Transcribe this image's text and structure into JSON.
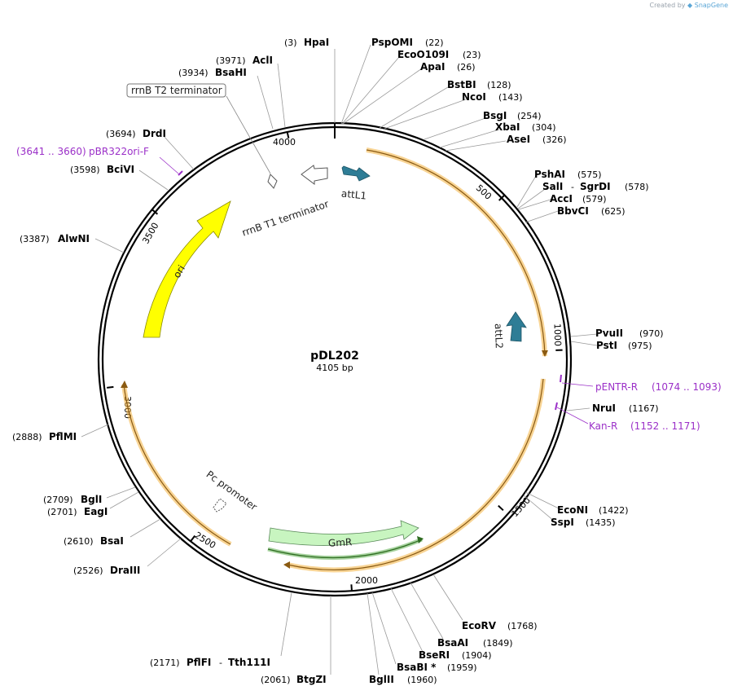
{
  "credit": {
    "prefix": "Created by",
    "brand": "SnapGene"
  },
  "plasmid": {
    "name": "pDL202",
    "length_label": "4105 bp",
    "length": 4105
  },
  "ticks": [
    "500",
    "1000",
    "1500",
    "2000",
    "2500",
    "3000",
    "3500",
    "4000"
  ],
  "features": {
    "rrnb_t2": "rrnB T2 terminator",
    "rrnb_t1": "rrnB T1 terminator",
    "attl1": "attL1",
    "attl2": "attL2",
    "ori": "ori",
    "pc_promoter": "Pc promoter",
    "gmr": "GmR"
  },
  "enzymes": {
    "hpai": {
      "name": "HpaI",
      "pos": "(3)"
    },
    "pspomi": {
      "name": "PspOMI",
      "pos": "(22)"
    },
    "ecoo109i": {
      "name": "EcoO109I",
      "pos": "(23)"
    },
    "apai": {
      "name": "ApaI",
      "pos": "(26)"
    },
    "bstbi": {
      "name": "BstBI",
      "pos": "(128)"
    },
    "ncoi": {
      "name": "NcoI",
      "pos": "(143)"
    },
    "bsgi": {
      "name": "BsgI",
      "pos": "(254)"
    },
    "xbai": {
      "name": "XbaI",
      "pos": "(304)"
    },
    "asei": {
      "name": "AseI",
      "pos": "(326)"
    },
    "pshai": {
      "name": "PshAI",
      "pos": "(575)"
    },
    "sali": {
      "name": "SalI",
      "sep": "-"
    },
    "sgrdi": {
      "name": "SgrDI",
      "pos": "(578)"
    },
    "acci": {
      "name": "AccI",
      "pos": "(579)"
    },
    "bbvci": {
      "name": "BbvCI",
      "pos": "(625)"
    },
    "pvuii": {
      "name": "PvuII",
      "pos": "(970)"
    },
    "psti": {
      "name": "PstI",
      "pos": "(975)"
    },
    "nrui": {
      "name": "NruI",
      "pos": "(1167)"
    },
    "econi": {
      "name": "EcoNI",
      "pos": "(1422)"
    },
    "sspi": {
      "name": "SspI",
      "pos": "(1435)"
    },
    "ecorv": {
      "name": "EcoRV",
      "pos": "(1768)"
    },
    "bsaai": {
      "name": "BsaAI",
      "pos": "(1849)"
    },
    "bseri": {
      "name": "BseRI",
      "pos": "(1904)"
    },
    "bsabi": {
      "name": "BsaBI *",
      "pos": "(1959)"
    },
    "bglii": {
      "name": "BglII",
      "pos": "(1960)"
    },
    "btgzi": {
      "name": "BtgZI",
      "pos": "(2061)"
    },
    "pflfi": {
      "name": "PflFI",
      "sep": "-",
      "pos": "(2171)"
    },
    "tth111i": {
      "name": "Tth111I"
    },
    "drai": {
      "name": "DraIII",
      "pos": "(2526)"
    },
    "bsai": {
      "name": "BsaI",
      "pos": "(2610)"
    },
    "eagi": {
      "name": "EagI",
      "pos": "(2701)"
    },
    "bgli": {
      "name": "BglI",
      "pos": "(2709)"
    },
    "pflmi": {
      "name": "PflMI",
      "pos": "(2888)"
    },
    "alwni": {
      "name": "AlwNI",
      "pos": "(3387)"
    },
    "bcivi": {
      "name": "BciVI",
      "pos": "(3598)"
    },
    "drdi": {
      "name": "DrdI",
      "pos": "(3694)"
    },
    "bsahi": {
      "name": "BsaHI",
      "pos": "(3934)"
    },
    "acli": {
      "name": "AclI",
      "pos": "(3971)"
    }
  },
  "primers": {
    "pbr322": {
      "name": "pBR322ori-F",
      "range": "(3641 .. 3660)"
    },
    "pentr": {
      "name": "pENTR-R",
      "range": "(1074 .. 1093)"
    },
    "kan": {
      "name": "Kan-R",
      "range": "(1152 .. 1171)"
    }
  },
  "colors": {
    "orf": "#f3b13c",
    "ori": "#ffff00",
    "att": "#2e7d96",
    "gmr": "#c8f5c0",
    "gmr_orf": "#3c9d2a",
    "primer": "#9b30c8"
  }
}
